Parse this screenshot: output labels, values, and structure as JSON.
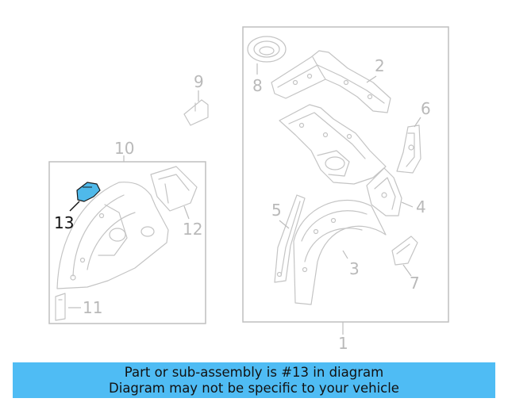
{
  "colors": {
    "highlight_part": "#4fb9ea",
    "banner_background": "#4fbcf4",
    "outline": "#c4c4c4",
    "highlight_label": "#111111"
  },
  "callouts": {
    "c1": "1",
    "c2": "2",
    "c3": "3",
    "c4": "4",
    "c5": "5",
    "c6": "6",
    "c7": "7",
    "c8": "8",
    "c9": "9",
    "c10": "10",
    "c11": "11",
    "c12": "12",
    "c13": "13"
  },
  "banner": {
    "line1": "Part or sub-assembly is #13 in diagram",
    "line2": "Diagram may not be specific to your vehicle"
  }
}
